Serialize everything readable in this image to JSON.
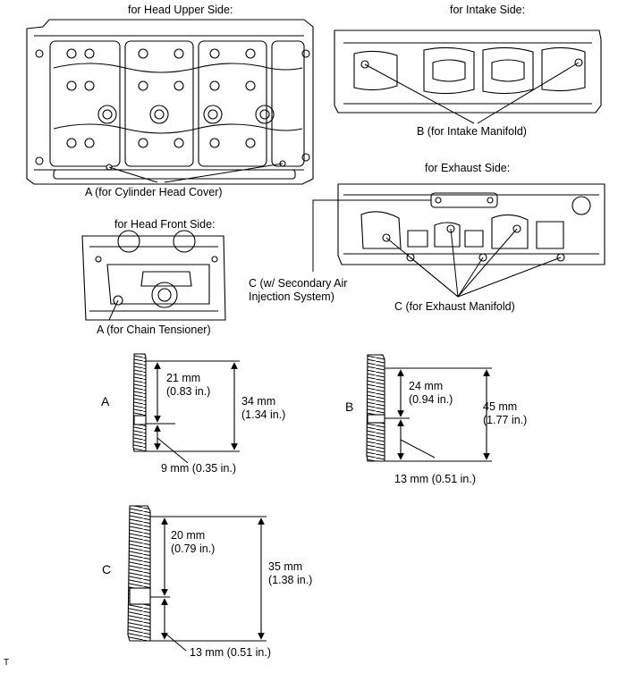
{
  "figure_code": "T",
  "views": {
    "head_upper": {
      "title": "for Head Upper Side:",
      "callout": "A (for Cylinder Head Cover)"
    },
    "intake": {
      "title": "for Intake Side:",
      "callout": "B (for Intake Manifold)"
    },
    "exhaust": {
      "title": "for Exhaust Side:",
      "callout_secondary_line1": "C (w/ Secondary Air",
      "callout_secondary_line2": "Injection System)",
      "callout": "C (for Exhaust Manifold)"
    },
    "head_front": {
      "title": "for Head Front Side:",
      "callout": "A (for Chain Tensioner)"
    }
  },
  "studs": [
    {
      "letter": "A",
      "dim_upper_mm": "21 mm",
      "dim_upper_in": "(0.83 in.)",
      "dim_total_mm": "34 mm",
      "dim_total_in": "(1.34 in.)",
      "dim_lower": "9 mm (0.35 in.)"
    },
    {
      "letter": "B",
      "dim_upper_mm": "24 mm",
      "dim_upper_in": "(0.94 in.)",
      "dim_total_mm": "45 mm",
      "dim_total_in": "(1.77 in.)",
      "dim_lower": "13 mm (0.51 in.)"
    },
    {
      "letter": "C",
      "dim_upper_mm": "20 mm",
      "dim_upper_in": "(0.79 in.)",
      "dim_total_mm": "35 mm",
      "dim_total_in": "(1.38 in.)",
      "dim_lower": "13 mm (0.51 in.)"
    }
  ]
}
